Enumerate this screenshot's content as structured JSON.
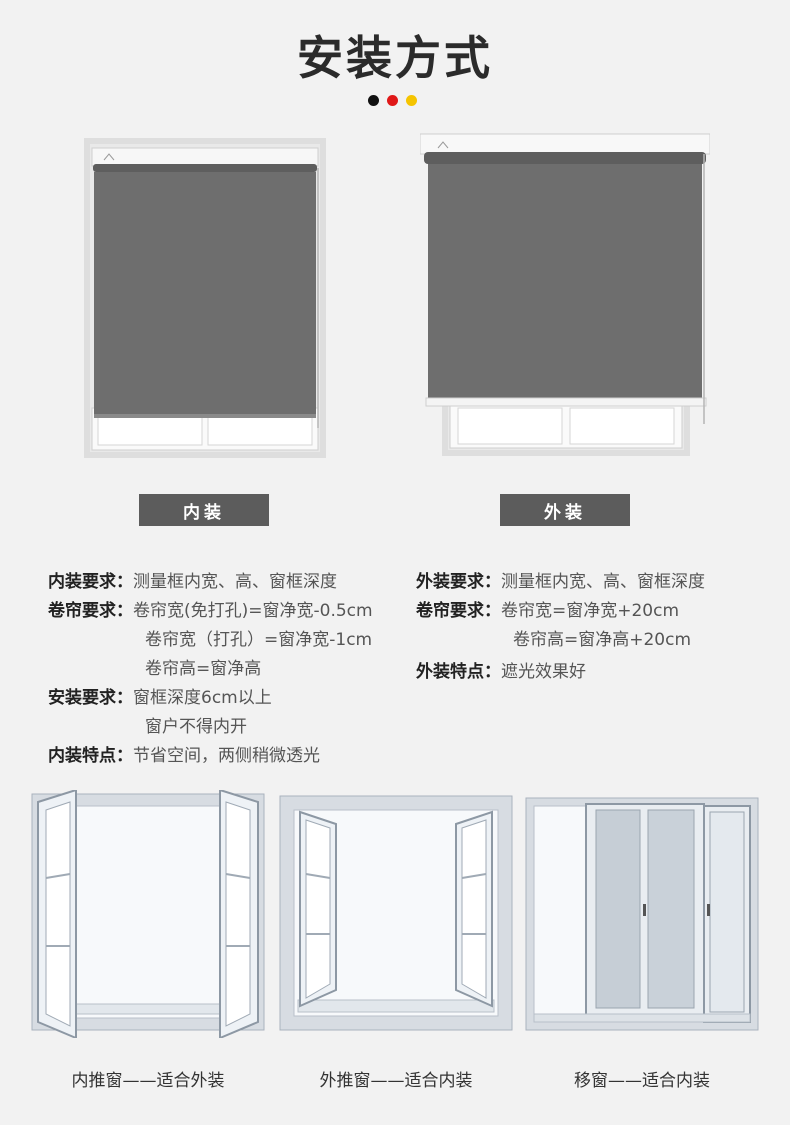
{
  "title": "安装方式",
  "dot_colors": [
    "#111111",
    "#e01818",
    "#f5c400"
  ],
  "shade_color": "#6e6e6e",
  "inside": {
    "label": "内装",
    "specs": [
      {
        "key": "内装要求：",
        "lines": [
          "测量框内宽、高、窗框深度"
        ]
      },
      {
        "key": "卷帘要求：",
        "lines": [
          "卷帘宽(免打孔)=窗净宽-0.5cm",
          "卷帘宽（打孔）=窗净宽-1cm",
          "卷帘高=窗净高"
        ]
      },
      {
        "key": "安装要求：",
        "lines": [
          "窗框深度6cm以上",
          "窗户不得内开"
        ]
      },
      {
        "key": "内装特点：",
        "lines": [
          "节省空间，两侧稍微透光"
        ]
      }
    ]
  },
  "outside": {
    "label": "外装",
    "specs": [
      {
        "key": "外装要求：",
        "lines": [
          "测量框内宽、高、窗框深度"
        ]
      },
      {
        "key": "卷帘要求：",
        "lines": [
          "卷帘宽=窗净宽+20cm",
          "卷帘高=窗净高+20cm"
        ]
      },
      {
        "key": "外装特点：",
        "lines": [
          "遮光效果好"
        ]
      }
    ]
  },
  "windows": [
    {
      "caption": "内推窗——适合外装",
      "icon": "inward-casement-window"
    },
    {
      "caption": "外推窗——适合内装",
      "icon": "outward-casement-window"
    },
    {
      "caption": "移窗——适合内装",
      "icon": "sliding-window"
    }
  ]
}
